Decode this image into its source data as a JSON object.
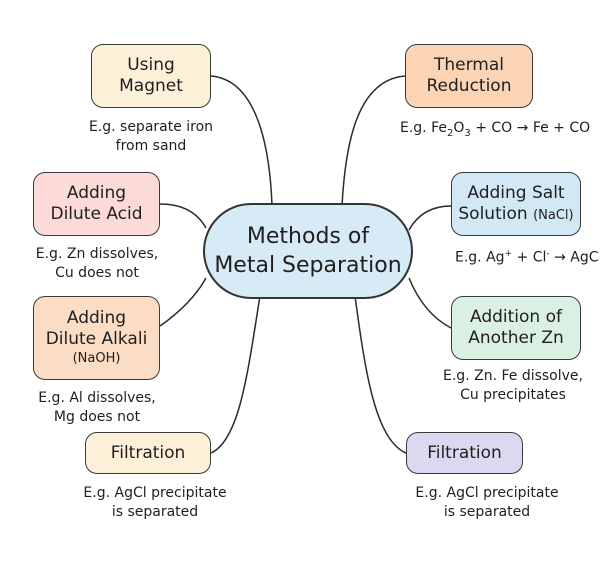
{
  "center": {
    "line1": "Methods of",
    "line2": "Metal Separation"
  },
  "branches": {
    "magnet": {
      "line1": "Using",
      "line2": "Magnet",
      "ex1": "E.g. separate iron",
      "ex2": "from sand",
      "color": "#fdf0d9"
    },
    "acid": {
      "line1": "Adding",
      "line2": "Dilute Acid",
      "ex1": "E.g. Zn dissolves,",
      "ex2": "Cu does not",
      "color": "#fbdad8"
    },
    "alkali": {
      "line1": "Adding",
      "line2": "Dilute Alkali",
      "sub": "(NaOH)",
      "ex1": "E.g. Al dissolves,",
      "ex2": "Mg does not",
      "color": "#fbdcc4"
    },
    "filtration_left": {
      "label": "Filtration",
      "ex1": "E.g. AgCl precipitate",
      "ex2": "is separated",
      "color": "#fdf0d9"
    },
    "thermal": {
      "line1": "Thermal",
      "line2": "Reduction",
      "ex_pre": "E.g. Fe",
      "ex_sub1": "2",
      "ex_mid": "O",
      "ex_sub2": "3",
      "ex_post": " + CO → Fe + CO",
      "color": "#fbd4b6"
    },
    "salt": {
      "line1": "Adding Salt",
      "line2": "Solution",
      "sub": "(NaCl)",
      "ex_pre": "E.g. Ag",
      "ex_sup1": "+",
      "ex_mid": " + Cl",
      "ex_sup2": "-",
      "ex_post": " → AgC",
      "color": "#d3e8f5"
    },
    "zn": {
      "line1": "Addition of",
      "line2": "Another Zn",
      "ex1": "E.g. Zn. Fe dissolve,",
      "ex2": "Cu precipitates",
      "color": "#daf0e2"
    },
    "filtration_right": {
      "label": "Filtration",
      "ex1": "E.g. AgCl precipitate",
      "ex2": "is separated",
      "color": "#dcd8ef"
    }
  }
}
